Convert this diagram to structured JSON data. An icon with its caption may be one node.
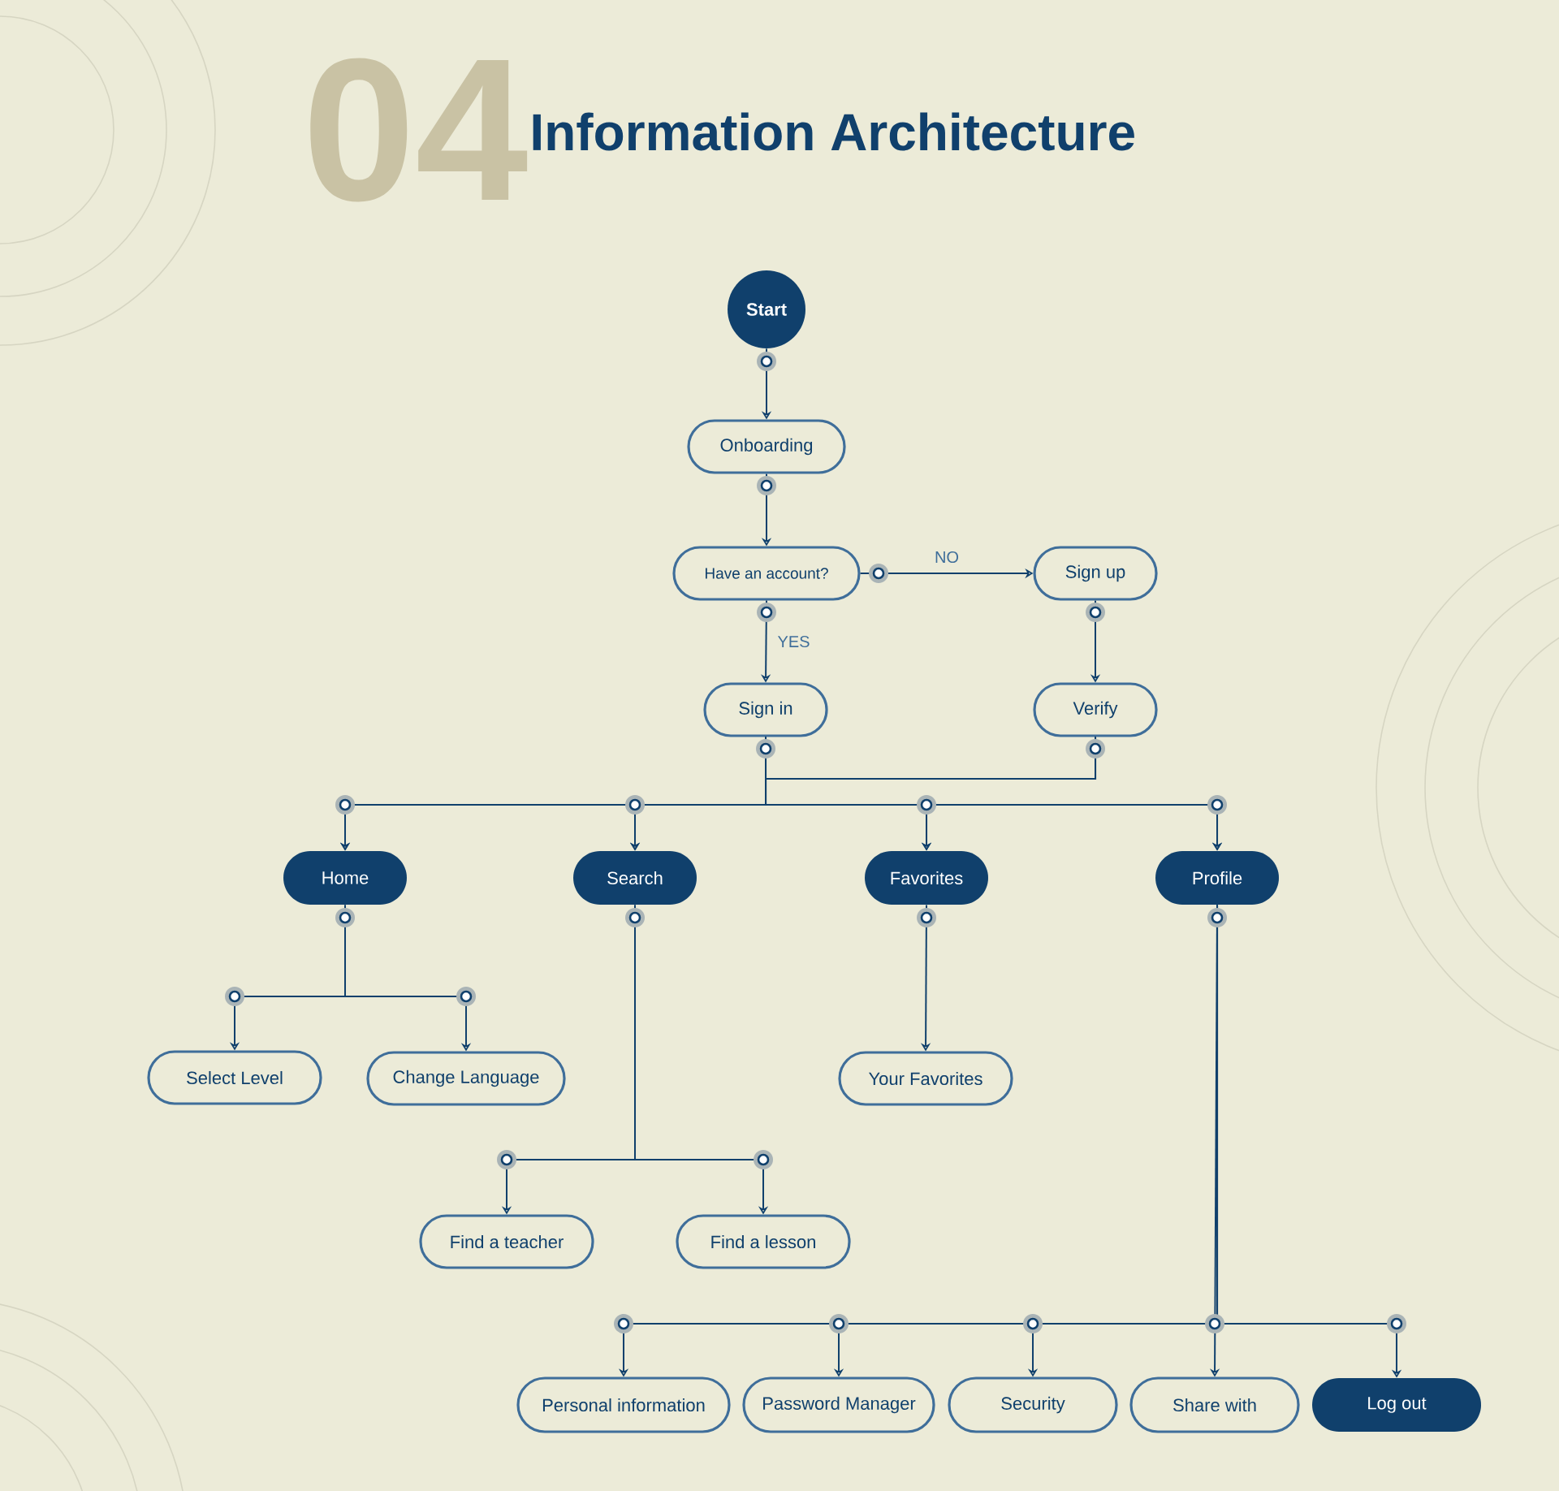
{
  "diagram": {
    "title": "Information Architecture",
    "nodes": [
      {
        "text": [
          "Start"
        ]
      },
      {
        "text": [
          "Onboarding"
        ]
      },
      {
        "text": [
          "Have an account?"
        ]
      },
      {
        "text": [
          "Sign up"
        ]
      },
      {
        "text": [
          "Sign in"
        ]
      },
      {
        "text": [
          "Verify"
        ]
      },
      {
        "text": [
          "Home"
        ]
      },
      {
        "text": [
          "Search"
        ]
      },
      {
        "text": [
          "Favorites"
        ]
      },
      {
        "text": [
          "Profile"
        ]
      },
      {
        "text": [
          "Select Level"
        ]
      },
      {
        "text": [
          "Change Language"
        ]
      },
      {
        "text": [
          "Your Favorites"
        ]
      },
      {
        "text": [
          "Find a teacher"
        ]
      },
      {
        "text": [
          "Find a lesson"
        ]
      },
      {
        "text": [
          "Personal information"
        ]
      },
      {
        "text": [
          "Password Manager"
        ]
      },
      {
        "text": [
          "Security"
        ]
      },
      {
        "text": [
          "Share with"
        ]
      },
      {
        "text": [
          "Log out"
        ]
      }
    ],
    "edges": [
      {
        "from": 0,
        "to": 1,
        "arrow": "to"
      },
      {
        "from": 1,
        "to": 2,
        "arrow": "to"
      },
      {
        "from": 2,
        "to": 3,
        "arrow": "to",
        "label": "NO"
      },
      {
        "from": 2,
        "to": 4,
        "arrow": "to",
        "label": "YES"
      },
      {
        "from": 3,
        "to": 5,
        "arrow": "to"
      },
      {
        "from": 4,
        "to": 6,
        "arrow": "to"
      },
      {
        "from": 4,
        "to": 7,
        "arrow": "to"
      },
      {
        "from": 4,
        "to": 8,
        "arrow": "to"
      },
      {
        "from": 4,
        "to": 9,
        "arrow": "to"
      },
      {
        "from": 5,
        "to": 6,
        "arrow": "to"
      },
      {
        "from": 5,
        "to": 7,
        "arrow": "to"
      },
      {
        "from": 5,
        "to": 8,
        "arrow": "to"
      },
      {
        "from": 5,
        "to": 9,
        "arrow": "to"
      },
      {
        "from": 6,
        "to": 10,
        "arrow": "to"
      },
      {
        "from": 6,
        "to": 11,
        "arrow": "to"
      },
      {
        "from": 7,
        "to": 13,
        "arrow": "to"
      },
      {
        "from": 7,
        "to": 14,
        "arrow": "to"
      },
      {
        "from": 8,
        "to": 12,
        "arrow": "to"
      },
      {
        "from": 9,
        "to": 15,
        "arrow": "to"
      },
      {
        "from": 9,
        "to": 16,
        "arrow": "to"
      },
      {
        "from": 9,
        "to": 17,
        "arrow": "to"
      },
      {
        "from": 9,
        "to": 18,
        "arrow": "to"
      },
      {
        "from": 9,
        "to": 19,
        "arrow": "to"
      }
    ],
    "labels": [
      "04"
    ]
  }
}
